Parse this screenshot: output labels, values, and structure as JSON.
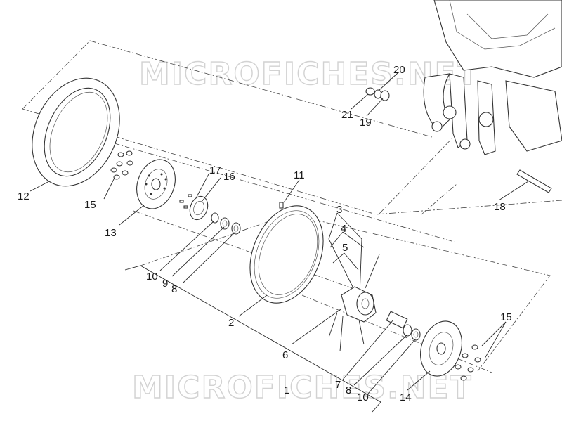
{
  "watermark": {
    "top": "MICROFICHES.NET",
    "bottom": "MICROFICHES.NET"
  },
  "callouts": [
    {
      "id": "c1",
      "label": "1"
    },
    {
      "id": "c2",
      "label": "2"
    },
    {
      "id": "c3",
      "label": "3"
    },
    {
      "id": "c4",
      "label": "4"
    },
    {
      "id": "c5",
      "label": "5"
    },
    {
      "id": "c6",
      "label": "6"
    },
    {
      "id": "c7",
      "label": "7"
    },
    {
      "id": "c8a",
      "label": "8"
    },
    {
      "id": "c8b",
      "label": "8"
    },
    {
      "id": "c9",
      "label": "9"
    },
    {
      "id": "c10a",
      "label": "10"
    },
    {
      "id": "c10b",
      "label": "10"
    },
    {
      "id": "c11",
      "label": "11"
    },
    {
      "id": "c12",
      "label": "12"
    },
    {
      "id": "c13",
      "label": "13"
    },
    {
      "id": "c14",
      "label": "14"
    },
    {
      "id": "c15a",
      "label": "15"
    },
    {
      "id": "c15b",
      "label": "15"
    },
    {
      "id": "c16",
      "label": "16"
    },
    {
      "id": "c17",
      "label": "17"
    },
    {
      "id": "c18",
      "label": "18"
    },
    {
      "id": "c19",
      "label": "19"
    },
    {
      "id": "c20",
      "label": "20"
    },
    {
      "id": "c21",
      "label": "21"
    }
  ]
}
